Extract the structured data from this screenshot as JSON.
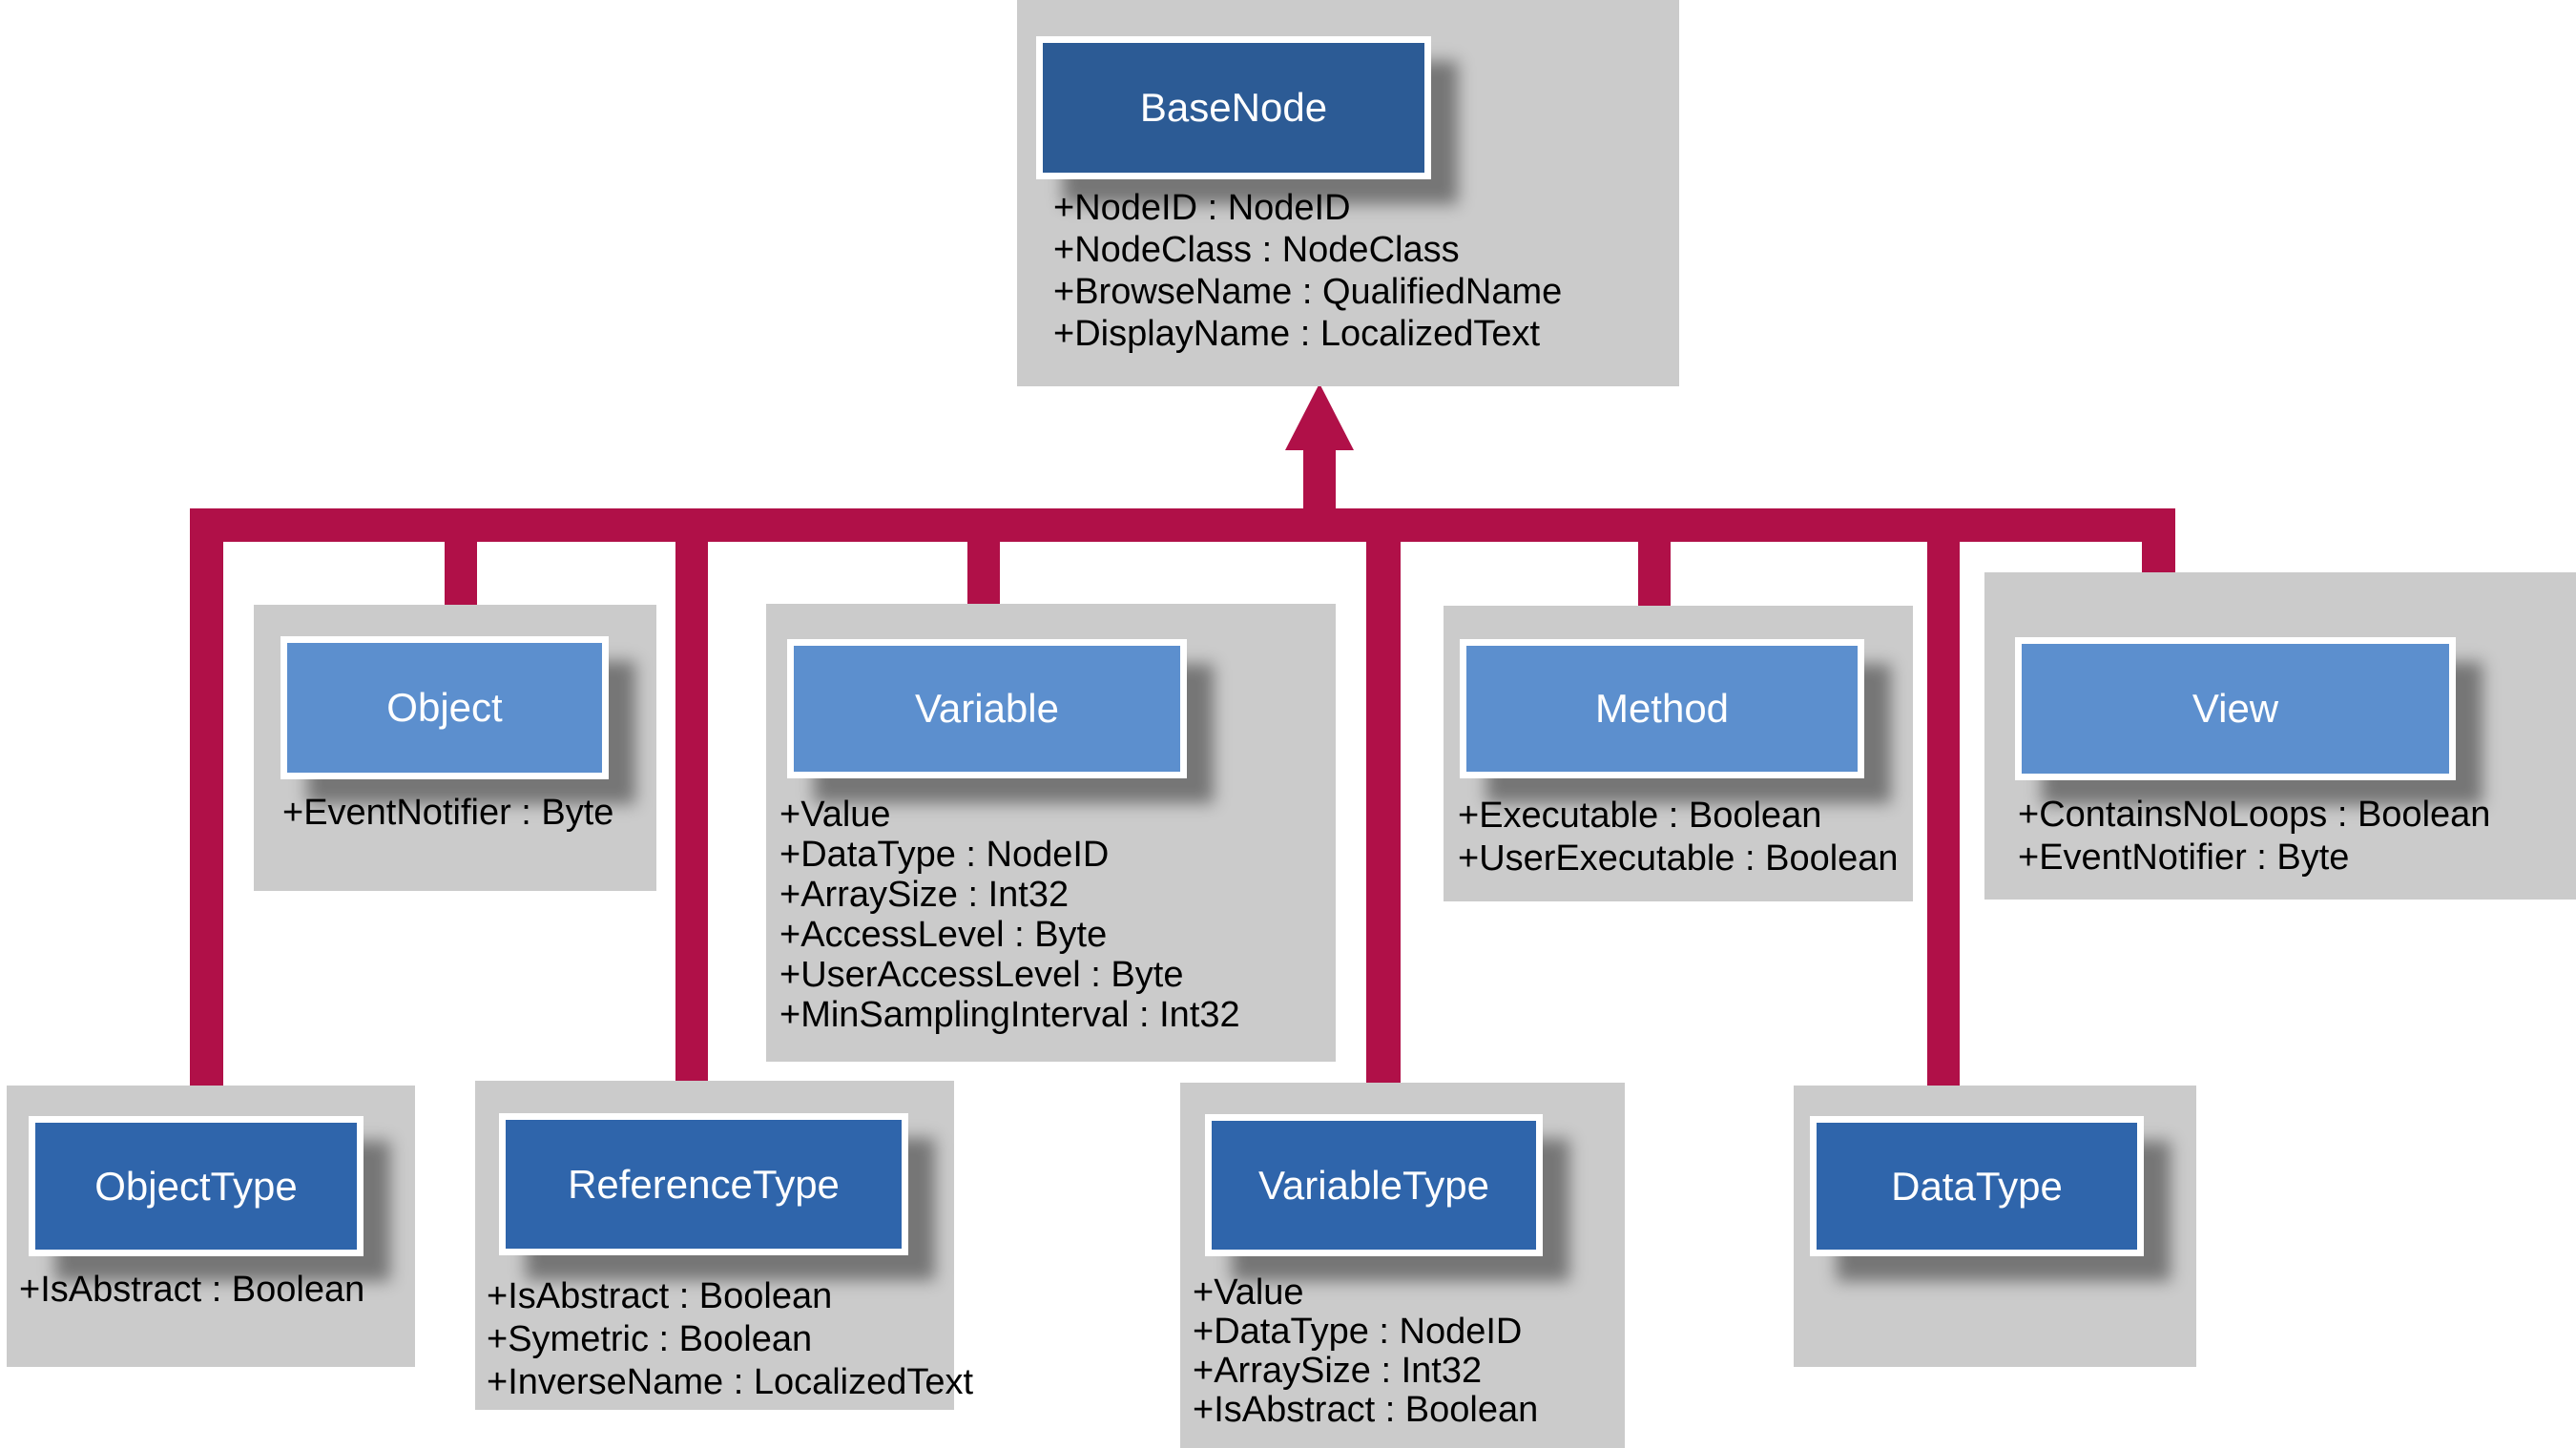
{
  "diagram": {
    "description": "BaseNode class hierarchy diagram (OPC UA node classes)",
    "colors": {
      "connector": "#B01048",
      "panel_gray": "#CBCBCB",
      "base_header_blue": "#2C5B95",
      "subclass_header_blue": "#5C8FCE",
      "type_header_blue": "#2F65AB",
      "header_text": "#FFFFFF",
      "attribute_text": "#000000",
      "background": "#FFFFFF"
    },
    "classes": [
      {
        "id": "basenode",
        "name": "BaseNode",
        "role": "primary",
        "attributes": [
          "+NodeID : NodeID",
          "+NodeClass : NodeClass",
          "+BrowseName : QualifiedName",
          "+DisplayName : LocalizedText"
        ]
      },
      {
        "id": "object",
        "name": "Object",
        "role": "subclass",
        "attributes": [
          "+EventNotifier : Byte"
        ]
      },
      {
        "id": "variable",
        "name": "Variable",
        "role": "subclass",
        "attributes": [
          "+Value",
          "+DataType : NodeID",
          "+ArraySize : Int32",
          "+AccessLevel : Byte",
          "+UserAccessLevel : Byte",
          "+MinSamplingInterval : Int32"
        ]
      },
      {
        "id": "method",
        "name": "Method",
        "role": "subclass",
        "attributes": [
          "+Executable : Boolean",
          "+UserExecutable : Boolean"
        ]
      },
      {
        "id": "view",
        "name": "View",
        "role": "subclass",
        "attributes": [
          "+ContainsNoLoops : Boolean",
          "+EventNotifier : Byte"
        ]
      },
      {
        "id": "objecttype",
        "name": "ObjectType",
        "role": "type",
        "attributes": [
          "+IsAbstract : Boolean"
        ]
      },
      {
        "id": "referencetype",
        "name": "ReferenceType",
        "role": "type",
        "attributes": [
          "+IsAbstract : Boolean",
          "+Symetric : Boolean",
          "+InverseName : LocalizedText"
        ]
      },
      {
        "id": "variabletype",
        "name": "VariableType",
        "role": "type",
        "attributes": [
          "+Value",
          "+DataType : NodeID",
          "+ArraySize : Int32",
          "+IsAbstract : Boolean"
        ]
      },
      {
        "id": "datatype",
        "name": "DataType",
        "role": "type",
        "attributes": []
      }
    ],
    "relationship": {
      "type": "generalization",
      "parent": "BaseNode",
      "children": [
        "Object",
        "Variable",
        "Method",
        "View",
        "ObjectType",
        "ReferenceType",
        "VariableType",
        "DataType"
      ]
    }
  }
}
